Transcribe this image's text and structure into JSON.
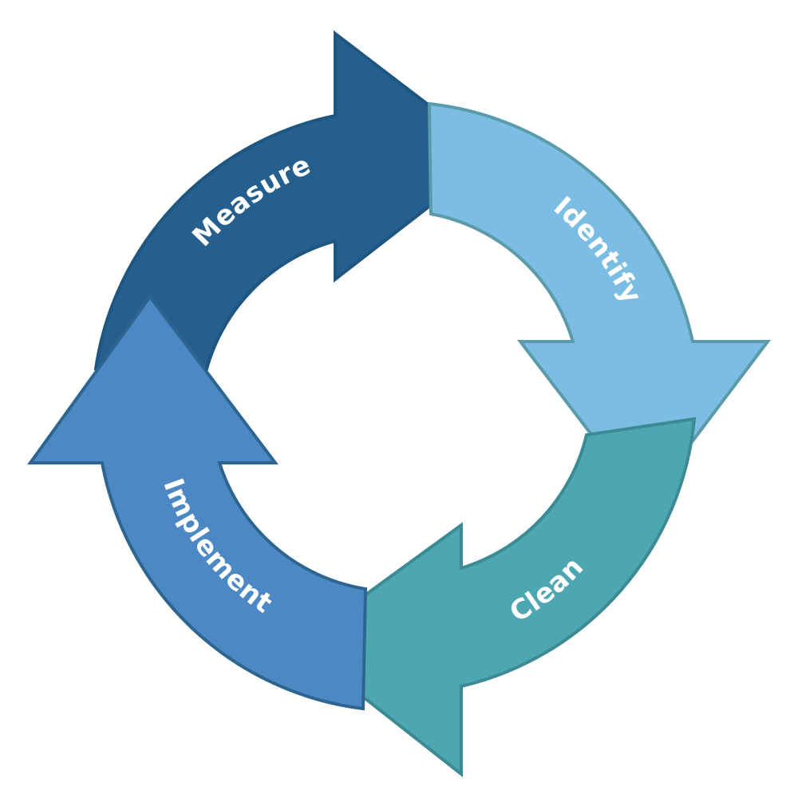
{
  "cycle": {
    "stages": [
      {
        "label": "Measure",
        "color": "#245f8e"
      },
      {
        "label": "Identify",
        "color": "#7bbde3"
      },
      {
        "label": "Clean",
        "color": "#4da7b1"
      },
      {
        "label": "Implement",
        "color": "#4b88c4"
      }
    ],
    "outline_colors": [
      "#1f5680",
      "#5b9aaa",
      "#3c8a93",
      "#2e6590"
    ]
  }
}
